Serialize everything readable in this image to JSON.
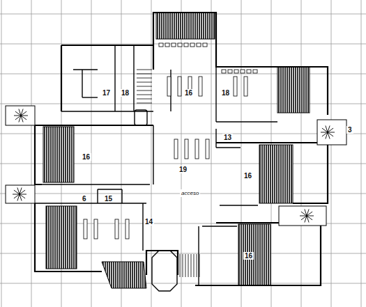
{
  "diagram": {
    "labels": [
      "17",
      "18",
      "16",
      "18",
      "3",
      "13",
      "16",
      "19",
      "16",
      "acceso",
      "6",
      "15",
      "14",
      "16"
    ]
  }
}
